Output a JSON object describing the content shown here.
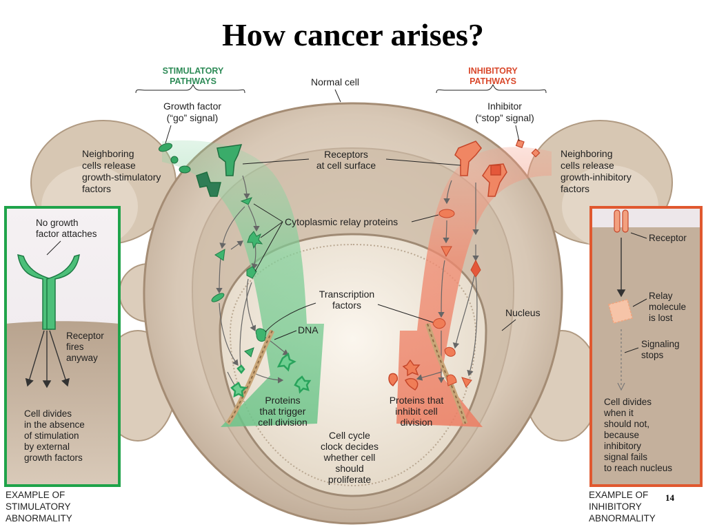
{
  "title": "How cancer arises?",
  "headers": {
    "stimulatory": [
      "STIMULATORY",
      "PATHWAYS"
    ],
    "inhibitory": [
      "INHIBITORY",
      "PATHWAYS"
    ]
  },
  "labels": {
    "normal_cell": "Normal cell",
    "growth_factor": [
      "Growth factor",
      "(“go” signal)"
    ],
    "inhibitor": [
      "Inhibitor",
      "(“stop” signal)"
    ],
    "neighbor_stim": [
      "Neighboring",
      "cells release",
      "growth-stimulatory",
      "factors"
    ],
    "neighbor_inhib": [
      "Neighboring",
      "cells release",
      "growth-inhibitory",
      "factors"
    ],
    "receptors": [
      "Receptors",
      "at cell surface"
    ],
    "relay": "Cytoplasmic relay proteins",
    "transcription": [
      "Transcription",
      "factors"
    ],
    "dna": "DNA",
    "nucleus": "Nucleus",
    "proteins_trigger": [
      "Proteins",
      "that trigger",
      "cell division"
    ],
    "proteins_inhibit": [
      "Proteins that",
      "inhibit cell",
      "division"
    ],
    "clock": [
      "Cell cycle",
      "clock decides",
      "whether cell",
      "should",
      "proliferate"
    ]
  },
  "left_panel": {
    "top_label": [
      "No growth",
      "factor attaches"
    ],
    "receptor_label": [
      "Receptor",
      "fires",
      "anyway"
    ],
    "bottom_label": [
      "Cell divides",
      "in the absence",
      "of stimulation",
      "by external",
      "growth factors"
    ],
    "caption": [
      "EXAMPLE OF",
      "STIMULATORY",
      "ABNORMALITY"
    ],
    "border_color": "#1fa34a"
  },
  "right_panel": {
    "receptor_label": "Receptor",
    "relay_label": [
      "Relay",
      "molecule",
      "is lost"
    ],
    "signal_label": [
      "Signaling",
      "stops"
    ],
    "bottom_label": [
      "Cell divides",
      "when it",
      "should not,",
      "because",
      "inhibitory",
      "signal fails",
      "to reach nucleus"
    ],
    "caption": [
      "EXAMPLE OF",
      "INHIBITORY",
      "ABNORMALITY"
    ],
    "border_color": "#e0582f"
  },
  "page_number": "14",
  "colors": {
    "stimulatory": "#2e9e5b",
    "inhibitory": "#e4583a",
    "cell": "#d9cbbb"
  }
}
